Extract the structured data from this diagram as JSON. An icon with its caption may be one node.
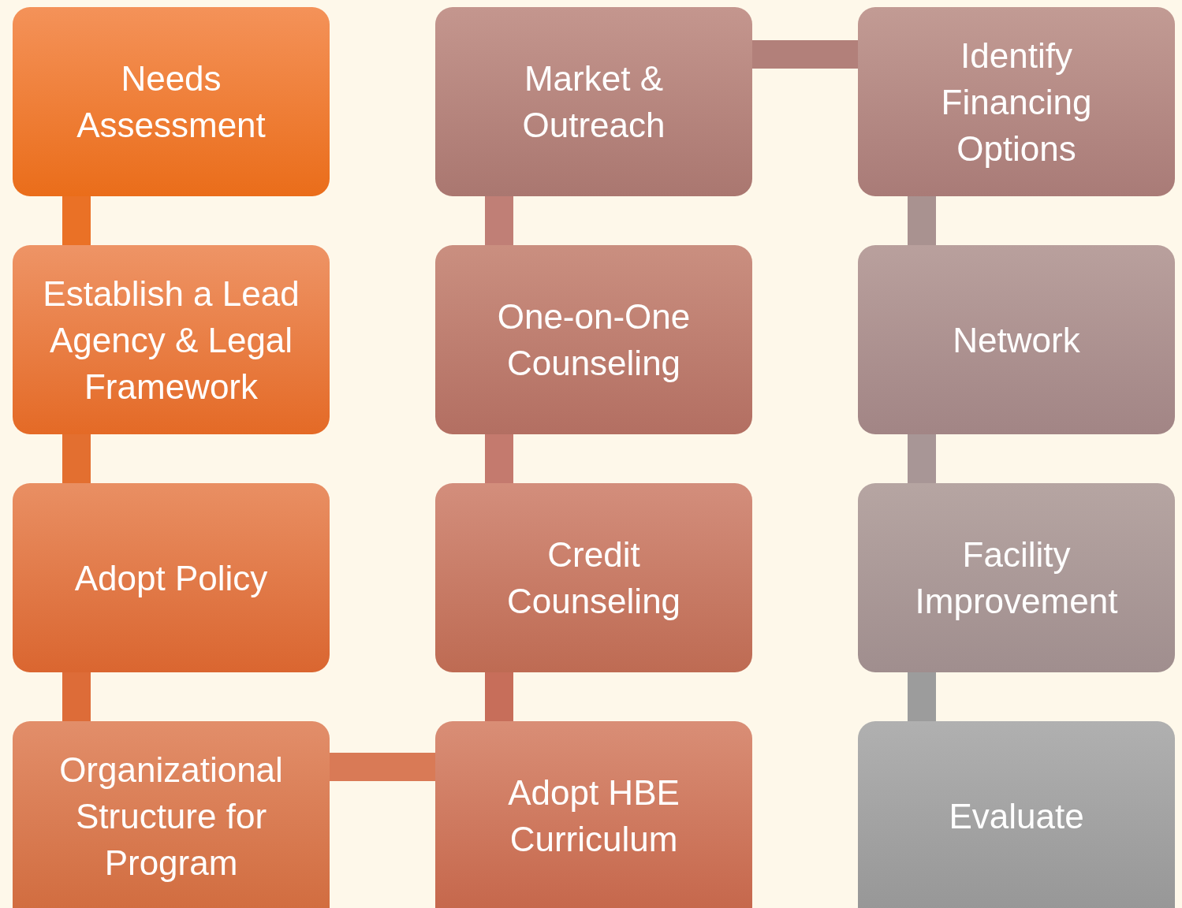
{
  "diagram": {
    "nodes": [
      {
        "text": [
          "Needs Assessment"
        ]
      },
      {
        "text": [
          "Establish a Lead Agency & Legal Framework"
        ]
      },
      {
        "text": [
          "Adopt Policy"
        ]
      },
      {
        "text": [
          "Organizational Structure for Program"
        ]
      },
      {
        "text": [
          "Market & Outreach"
        ]
      },
      {
        "text": [
          "One-on-One Counseling"
        ]
      },
      {
        "text": [
          "Credit Counseling"
        ]
      },
      {
        "text": [
          "Adopt HBE Curriculum"
        ]
      },
      {
        "text": [
          "Identify Financing Options"
        ]
      },
      {
        "text": [
          "Network"
        ]
      },
      {
        "text": [
          "Facility Improvement"
        ]
      },
      {
        "text": [
          "Evaluate"
        ]
      }
    ],
    "edges": [
      {
        "from": 0,
        "to": 1,
        "arrow": "none",
        "color": "#ea7126"
      },
      {
        "from": 1,
        "to": 2,
        "arrow": "none",
        "color": "#e36f30"
      },
      {
        "from": 2,
        "to": 3,
        "arrow": "none",
        "color": "#dd6c38"
      },
      {
        "from": 3,
        "to": 7,
        "arrow": "none",
        "color": "#d97a56"
      },
      {
        "from": 7,
        "to": 6,
        "arrow": "none",
        "color": "#c76e5a"
      },
      {
        "from": 6,
        "to": 5,
        "arrow": "none",
        "color": "#c47a6e"
      },
      {
        "from": 5,
        "to": 4,
        "arrow": "none",
        "color": "#c07f76"
      },
      {
        "from": 4,
        "to": 8,
        "arrow": "none",
        "color": "#b2807a"
      },
      {
        "from": 8,
        "to": 9,
        "arrow": "none",
        "color": "#a99290"
      },
      {
        "from": 9,
        "to": 10,
        "arrow": "none",
        "color": "#a89696"
      },
      {
        "from": 10,
        "to": 11,
        "arrow": "none",
        "color": "#9c9c9c"
      }
    ]
  }
}
